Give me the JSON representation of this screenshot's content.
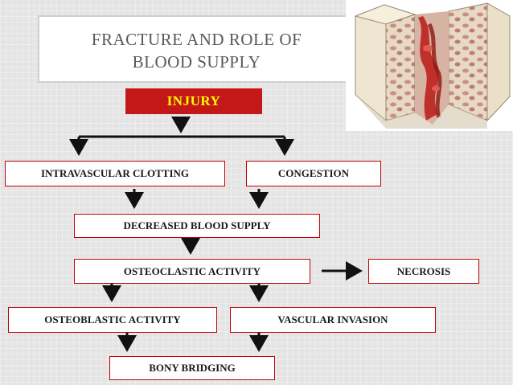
{
  "title": {
    "line1": "FRACTURE AND ROLE OF",
    "line2": "BLOOD SUPPLY"
  },
  "nodes": {
    "injury": "INJURY",
    "intravascular_clotting": "INTRAVASCULAR CLOTTING",
    "congestion": "CONGESTION",
    "decreased_blood_supply": "DECREASED BLOOD SUPPLY",
    "osteoclastic_activity": "OSTEOCLASTIC ACTIVITY",
    "necrosis": "NECROSIS",
    "osteoblastic_activity": "OSTEOBLASTIC ACTIVITY",
    "vascular_invasion": "VASCULAR INVASION",
    "bony_bridging": "BONY BRIDGING"
  },
  "colors": {
    "accent_red": "#c41818",
    "injury_text": "#ffff00",
    "box_border": "#c00000",
    "title_text": "#595959"
  }
}
